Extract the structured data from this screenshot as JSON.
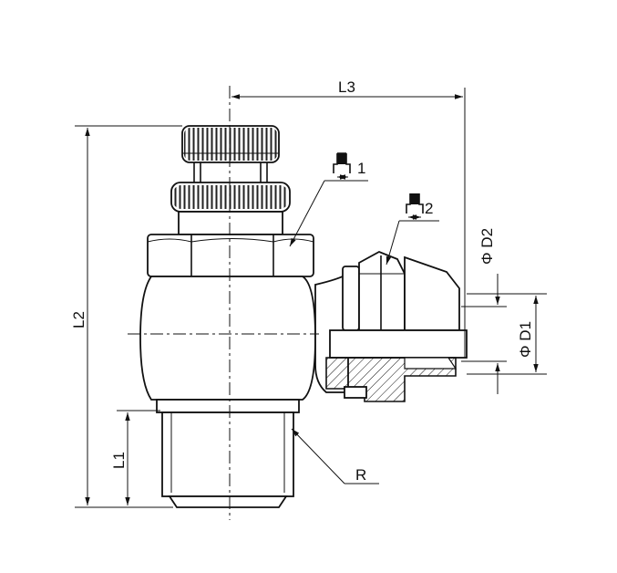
{
  "labels": {
    "l1": "L1",
    "l2": "L2",
    "l3": "L3",
    "r": "R",
    "d1": "Φ D1",
    "d2": "Φ D2",
    "wrench1": "1",
    "wrench2": "2"
  },
  "icons": {
    "wrench": "spanner-icon"
  },
  "colors": {
    "line": "#111111",
    "background": "#ffffff"
  }
}
